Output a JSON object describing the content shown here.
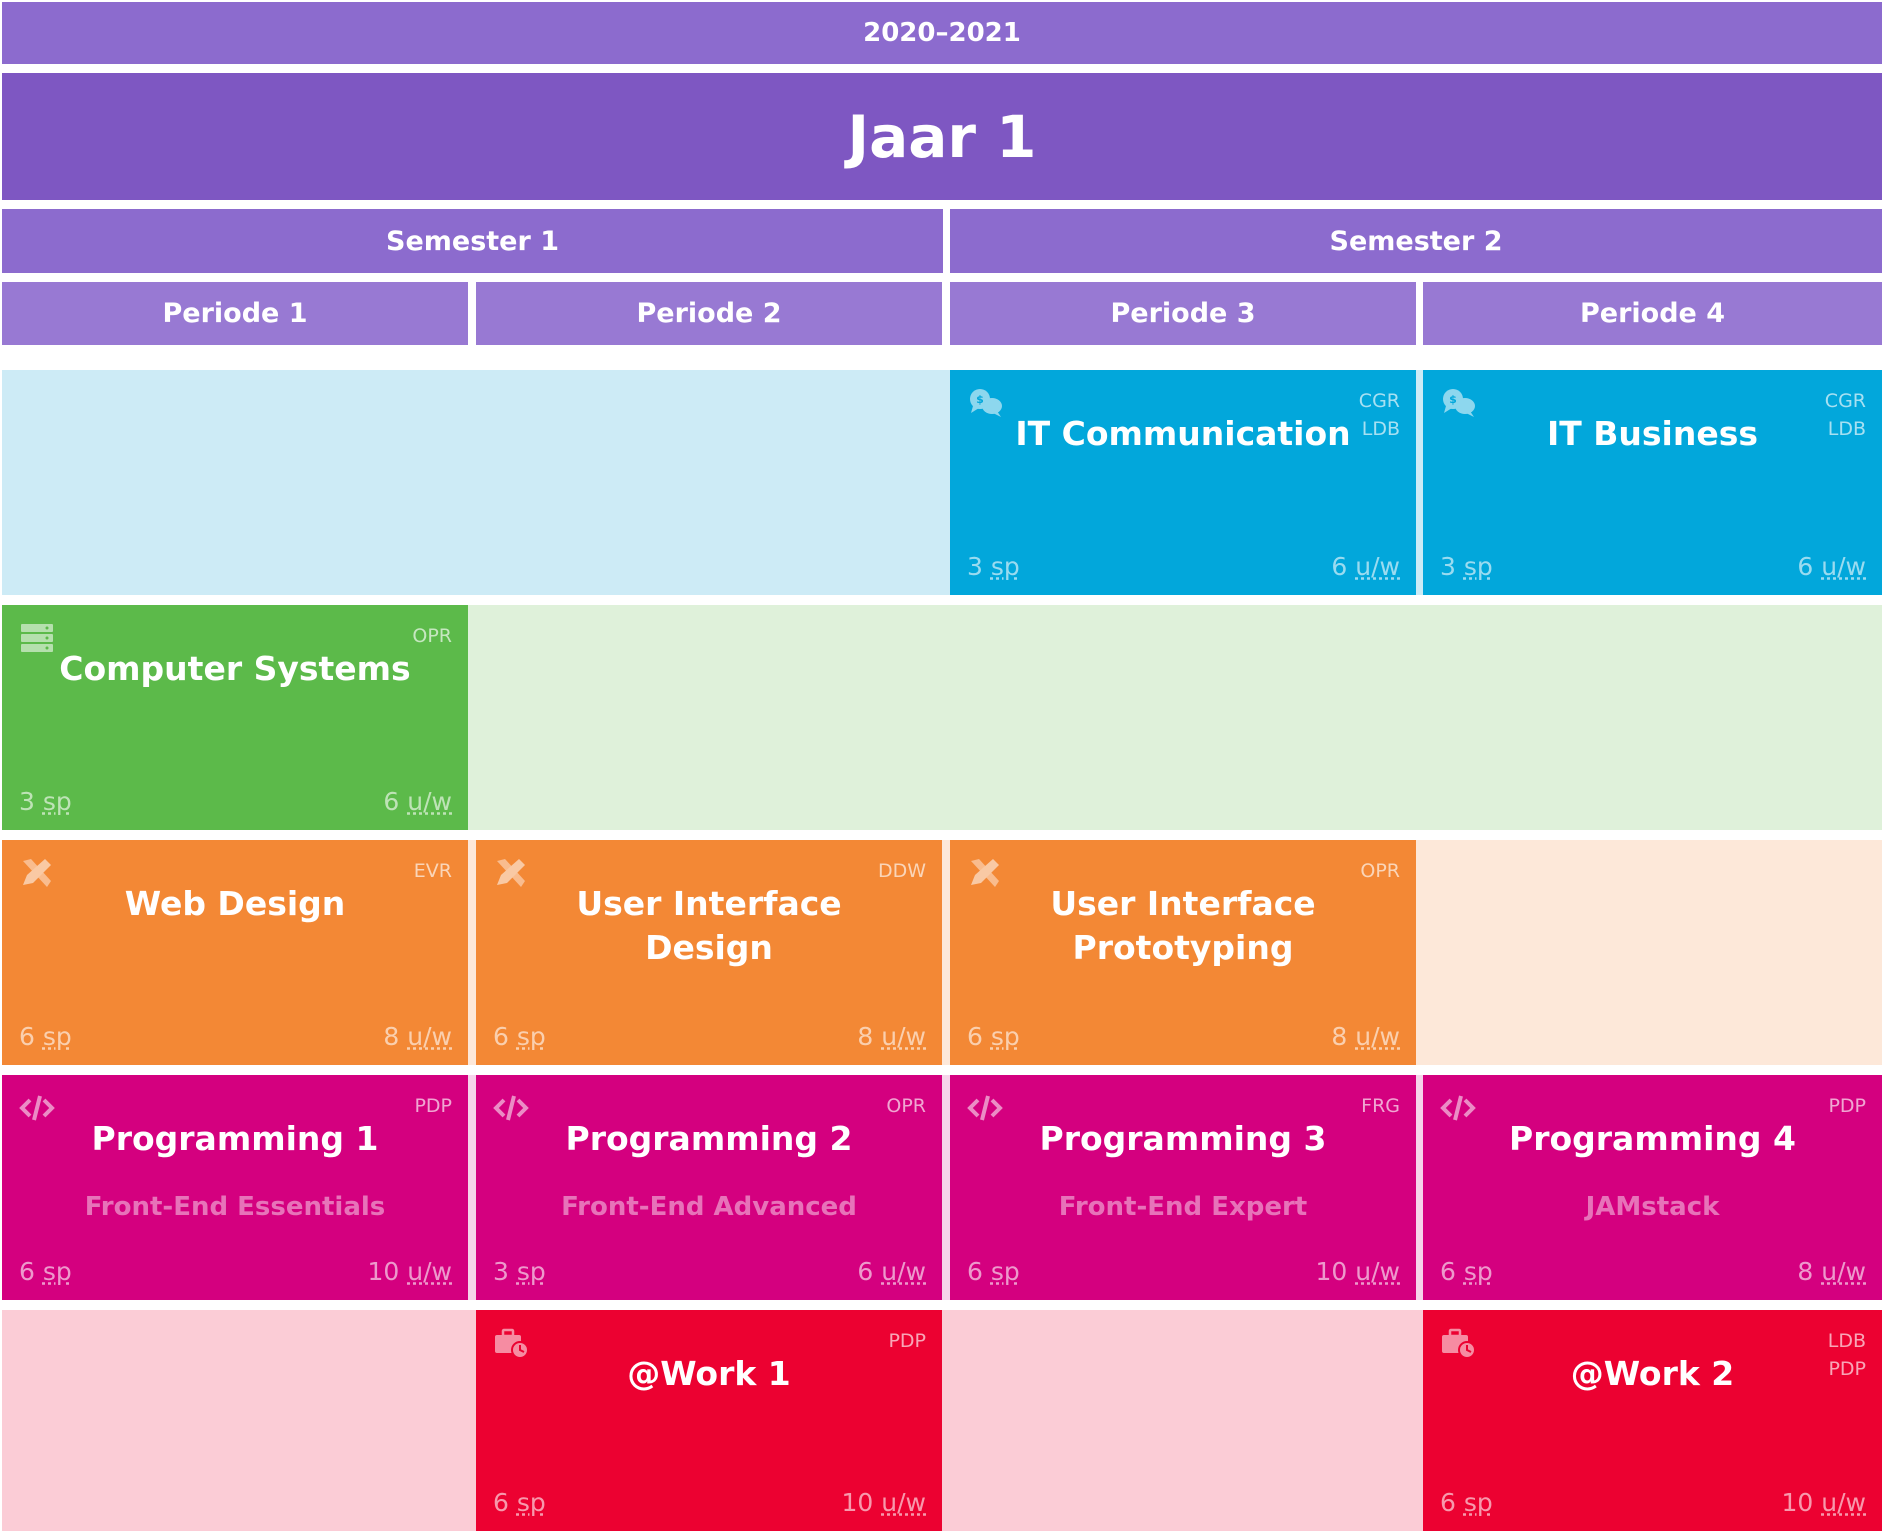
{
  "header": {
    "year_range": "2020–2021",
    "year": "Jaar 1",
    "semesters": [
      {
        "label": "Semester 1"
      },
      {
        "label": "Semester 2"
      }
    ],
    "periods": [
      {
        "label": "Periode 1"
      },
      {
        "label": "Periode 2"
      },
      {
        "label": "Periode 3"
      },
      {
        "label": "Periode 4"
      }
    ]
  },
  "units": {
    "sp": "sp",
    "uw": "u/w"
  },
  "colors": {
    "purple_top": "#8c6bce",
    "purple_year": "#7e57c2",
    "blue": "#02a7db",
    "green": "#5cba4a",
    "orange": "#f38835",
    "magenta": "#d4007f",
    "red": "#ec0131"
  },
  "courses": [
    {
      "title": "IT Communication",
      "codes": [
        "CGR",
        "LDB"
      ],
      "sp": "3",
      "uw": "6",
      "icon": "chat-dollar-icon"
    },
    {
      "title": "IT Business",
      "codes": [
        "CGR",
        "LDB"
      ],
      "sp": "3",
      "uw": "6",
      "icon": "chat-dollar-icon"
    },
    {
      "title": "Computer Systems",
      "codes": [
        "OPR"
      ],
      "sp": "3",
      "uw": "6",
      "icon": "server-icon"
    },
    {
      "title": "Web Design",
      "codes": [
        "EVR"
      ],
      "sp": "6",
      "uw": "8",
      "icon": "design-tools-icon"
    },
    {
      "title": "User Interface Design",
      "codes": [
        "DDW"
      ],
      "sp": "6",
      "uw": "8",
      "icon": "design-tools-icon"
    },
    {
      "title": "User Interface Prototyping",
      "codes": [
        "OPR"
      ],
      "sp": "6",
      "uw": "8",
      "icon": "design-tools-icon"
    },
    {
      "title": "Programming 1",
      "subtitle": "Front-End Essentials",
      "codes": [
        "PDP"
      ],
      "sp": "6",
      "uw": "10",
      "icon": "code-icon"
    },
    {
      "title": "Programming 2",
      "subtitle": "Front-End Advanced",
      "codes": [
        "OPR"
      ],
      "sp": "3",
      "uw": "6",
      "icon": "code-icon"
    },
    {
      "title": "Programming 3",
      "subtitle": "Front-End Expert",
      "codes": [
        "FRG"
      ],
      "sp": "6",
      "uw": "10",
      "icon": "code-icon"
    },
    {
      "title": "Programming 4",
      "subtitle": "JAMstack",
      "codes": [
        "PDP"
      ],
      "sp": "6",
      "uw": "8",
      "icon": "code-icon"
    },
    {
      "title": "@Work 1",
      "codes": [
        "PDP"
      ],
      "sp": "6",
      "uw": "10",
      "icon": "briefcase-clock-icon"
    },
    {
      "title": "@Work 2",
      "codes": [
        "LDB",
        "PDP"
      ],
      "sp": "6",
      "uw": "10",
      "icon": "briefcase-clock-icon"
    }
  ]
}
